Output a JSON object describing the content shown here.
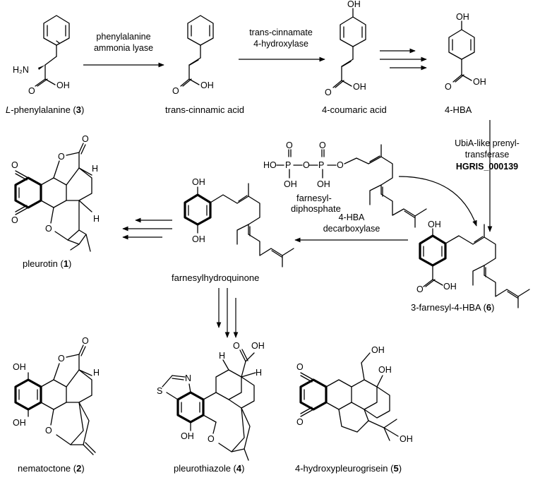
{
  "compounds": {
    "phe": {
      "prefix": "L",
      "mid": "-phenylalanine (",
      "num": "3",
      "suffix": ")"
    },
    "cinn": {
      "name": "trans-cinnamic acid"
    },
    "coum": {
      "name": "4-coumaric acid"
    },
    "hba": {
      "name": "4-HBA"
    },
    "fpp": {
      "line1": "farnesyl-",
      "line2": "diphosphate"
    },
    "ffhba": {
      "mid": "3-farnesyl-4-HBA (",
      "num": "6",
      "suffix": ")"
    },
    "fhq": {
      "name": "farnesylhydroquinone"
    },
    "pleu": {
      "mid": "pleurotin (",
      "num": "1",
      "suffix": ")"
    },
    "nema": {
      "mid": "nematoctone (",
      "num": "2",
      "suffix": ")"
    },
    "thia": {
      "mid": "pleurothiazole (",
      "num": "4",
      "suffix": ")"
    },
    "grise": {
      "mid": "4-hydroxypleurogrisein (",
      "num": "5",
      "suffix": ")"
    }
  },
  "enzymes": {
    "pal": {
      "line1": "phenylalanine",
      "line2": "ammonia lyase"
    },
    "c4h": {
      "line1": "trans-cinnamate",
      "line2": "4-hydroxylase"
    },
    "ubia": {
      "line1": "UbiA-like prenyl-",
      "line2": "transferase",
      "line3": "HGRIS_000139"
    },
    "decarb": {
      "line1": "4-HBA",
      "line2": "decarboxylase"
    }
  },
  "atoms": {
    "OH": "OH",
    "O": "O",
    "H": "H",
    "P": "P",
    "N": "N",
    "S": "S",
    "NH2": "H₂N",
    "HO": "HO"
  }
}
